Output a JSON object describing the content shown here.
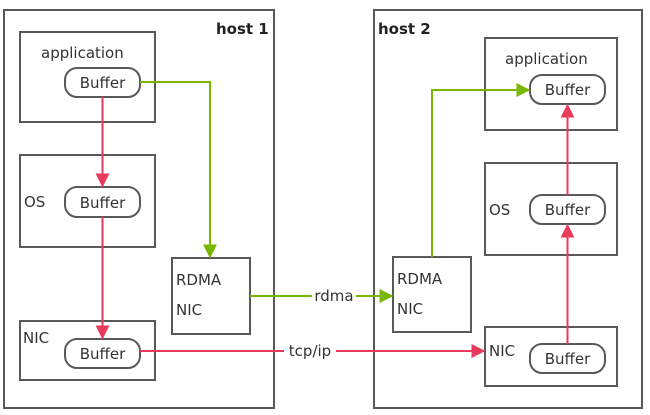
{
  "colors": {
    "rdma_path": "#7ab800",
    "tcp_path": "#e83a5a",
    "border": "#595959"
  },
  "host1": {
    "title": "host 1",
    "application": {
      "label": "application",
      "buffer": "Buffer"
    },
    "os": {
      "label": "OS",
      "buffer": "Buffer"
    },
    "nic": {
      "label": "NIC",
      "buffer": "Buffer"
    },
    "rdma_nic": {
      "line1": "RDMA",
      "line2": "NIC"
    }
  },
  "host2": {
    "title": "host 2",
    "application": {
      "label": "application",
      "buffer": "Buffer"
    },
    "os": {
      "label": "OS",
      "buffer": "Buffer"
    },
    "nic": {
      "label": "NIC",
      "buffer": "Buffer"
    },
    "rdma_nic": {
      "line1": "RDMA",
      "line2": "NIC"
    }
  },
  "links": {
    "rdma": "rdma",
    "tcp": "tcp/ip"
  }
}
